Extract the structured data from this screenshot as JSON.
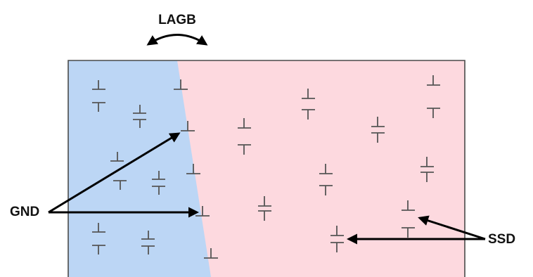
{
  "labels": {
    "boundary": "LAGB",
    "left": "GND",
    "right": "SSD"
  },
  "colors": {
    "left_grain": "#bcd6f5",
    "right_grain": "#fdd9df",
    "border": "#4a4a4a",
    "dislocation": "#555555",
    "arrow": "#000000"
  }
}
